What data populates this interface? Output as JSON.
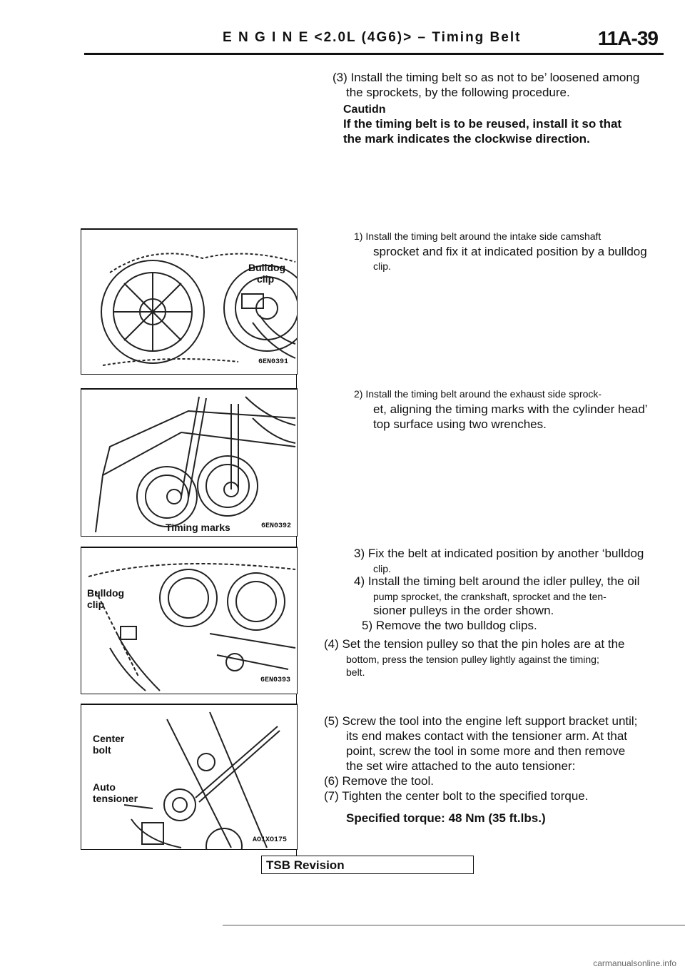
{
  "header": {
    "title": "E N G I N E <2.0L (4G6)> – Timing Belt",
    "page_number": "11A-39"
  },
  "steps": {
    "s3_line1": "(3) Install the timing belt so as not to be’ loosened among",
    "s3_line2": "the sprockets, by the following procedure.",
    "caution_title": "Cautidn",
    "caution_line1": "If the timing belt is to be reused, install it so that",
    "caution_line2": "the mark indicates the clockwise direction.",
    "sub1_line1": "1)   Install the timing belt around the intake side camshaft",
    "sub1_line2": "sprocket and fix it at indicated position by a bulldog",
    "sub1_line3": "clip.",
    "sub2_line1": "2)   Install the timing belt around the exhaust side sprock-",
    "sub2_line2": "et, aligning the timing marks with the cylinder head’",
    "sub2_line3": "top surface using two wrenches.",
    "sub3_line1": "3)   Fix the belt at indicated position by another ‘bulldog",
    "sub3_line2": "clip.",
    "sub4_line1": "4)   Install the timing belt around the idler pulley, the oil",
    "sub4_line2": "pump sprocket, the crankshaft, sprocket and the ten-",
    "sub4_line3": "sioner pulleys in the order shown.",
    "sub5_line1": "5) Remove the two bulldog clips.",
    "s4_line1": "(4) Set the tension pulley so that the pin holes are at the",
    "s4_line2": "bottom, press the tension pulley lightly against the timing;",
    "s4_line3": "belt.",
    "s5_line1": "(5) Screw the tool into the engine left support bracket until;",
    "s5_line2": "its end makes contact with the tensioner arm. At that",
    "s5_line3": "point, screw the tool in some more and then remove",
    "s5_line4": "the set wire attached to the auto tensioner:",
    "s6_line1": "(6) Remove the tool.",
    "s7_line1": "(7) Tighten the center bolt to the specified torque.",
    "torque": "Specified torque: 48 Nm (35 ft.lbs.)"
  },
  "figures": {
    "fig1": {
      "code": "6EN0391",
      "label_a": "Bulldog",
      "label_b": "clip"
    },
    "fig2": {
      "code": "6EN0392",
      "label_a": "Timing marks"
    },
    "fig3": {
      "code": "6EN0393",
      "label_a": "Bulldog",
      "label_b": "clip"
    },
    "fig4": {
      "code": "AO1XO175",
      "label_a": "Center",
      "label_b": "bolt",
      "label_c": "Auto",
      "label_d": "tensioner"
    }
  },
  "footer": {
    "tsb": "TSB Revision",
    "site": "carmanualsonline.info"
  }
}
